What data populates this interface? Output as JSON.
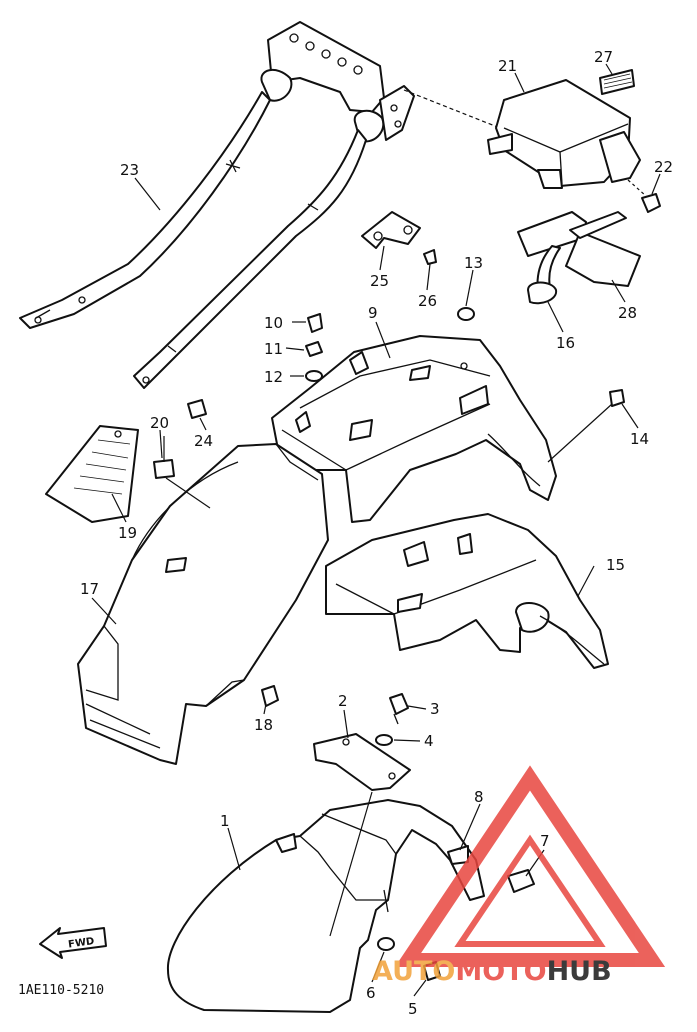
{
  "diagram": {
    "callouts": [
      {
        "id": "c1",
        "text": "1"
      },
      {
        "id": "c2",
        "text": "2"
      },
      {
        "id": "c3",
        "text": "3"
      },
      {
        "id": "c4",
        "text": "4"
      },
      {
        "id": "c5",
        "text": "5"
      },
      {
        "id": "c6",
        "text": "6"
      },
      {
        "id": "c7",
        "text": "7"
      },
      {
        "id": "c8",
        "text": "8"
      },
      {
        "id": "c9",
        "text": "9"
      },
      {
        "id": "c10",
        "text": "10"
      },
      {
        "id": "c11",
        "text": "11"
      },
      {
        "id": "c12",
        "text": "12"
      },
      {
        "id": "c13",
        "text": "13"
      },
      {
        "id": "c14",
        "text": "14"
      },
      {
        "id": "c15",
        "text": "15"
      },
      {
        "id": "c16",
        "text": "16"
      },
      {
        "id": "c17",
        "text": "17"
      },
      {
        "id": "c18",
        "text": "18"
      },
      {
        "id": "c19",
        "text": "19"
      },
      {
        "id": "c20",
        "text": "20"
      },
      {
        "id": "c21",
        "text": "21"
      },
      {
        "id": "c22",
        "text": "22"
      },
      {
        "id": "c23",
        "text": "23"
      },
      {
        "id": "c24",
        "text": "24"
      },
      {
        "id": "c25",
        "text": "25"
      },
      {
        "id": "c26",
        "text": "26"
      },
      {
        "id": "c27",
        "text": "27"
      },
      {
        "id": "c28",
        "text": "28"
      }
    ],
    "fwd_label": "FWD",
    "drawing_code": "1AE110-5210"
  },
  "watermark": {
    "part_a": "AUTO",
    "part_b": "MOTO",
    "part_c": "HUB",
    "color_a": "#f2a23a",
    "color_b": "#e8463f",
    "color_c": "#1a1a1a",
    "triangle_color": "#e8463f"
  }
}
